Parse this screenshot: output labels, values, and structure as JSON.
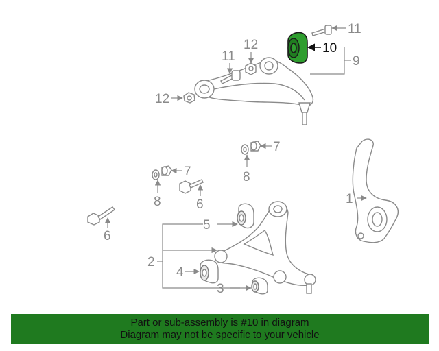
{
  "diagram": {
    "callouts": [
      {
        "num": "11"
      },
      {
        "num": "10"
      },
      {
        "num": "9"
      },
      {
        "num": "12"
      },
      {
        "num": "11"
      },
      {
        "num": "12"
      },
      {
        "num": "7"
      },
      {
        "num": "8"
      },
      {
        "num": "7"
      },
      {
        "num": "8"
      },
      {
        "num": "6"
      },
      {
        "num": "6"
      },
      {
        "num": "1"
      },
      {
        "num": "5"
      },
      {
        "num": "2"
      },
      {
        "num": "4"
      },
      {
        "num": "3"
      }
    ],
    "highlight_color": "#2e9d2e",
    "banner_color": "#1f7a1f"
  },
  "banner": {
    "line1": "Part or sub-assembly is #10 in diagram",
    "line2": "Diagram may not be specific to your vehicle"
  }
}
